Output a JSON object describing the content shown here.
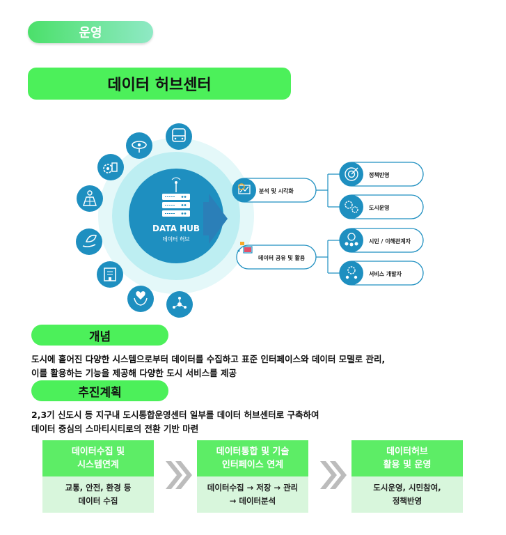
{
  "header": {
    "section_label": "운영",
    "title": "데이터 허브센터"
  },
  "diagram": {
    "hub_title": "DATA HUB",
    "hub_subtitle": "데이터 허브",
    "branches": [
      {
        "label": "분석 및 시각화",
        "children": [
          "정책반영",
          "도시운영"
        ]
      },
      {
        "label": "데이터 공유 및 활용",
        "children": [
          "시민 / 이해관계자",
          "서비스 개발자"
        ]
      }
    ],
    "source_icons": [
      "bus-icon",
      "cctv-icon",
      "factory-gear-icon",
      "solar-panel-icon",
      "hand-leaf-icon",
      "building-icon",
      "hands-heart-icon",
      "network-icon"
    ],
    "colors": {
      "accent": "#1e8fc0",
      "hub_dark": "#1775a8",
      "ring_light": "#c9f1f3"
    }
  },
  "concept": {
    "heading": "개념",
    "lines": [
      "도시에 흩어진 다양한 시스템으로부터 데이터를 수집하고 표준 인터페이스와 데이터 모델로 관리,",
      "이를 활용하는 기능을 제공해 다양한 도시 서비스를 제공"
    ]
  },
  "plan": {
    "heading": "추진계획",
    "lines": [
      "2,3기 신도시 등 지구내 도시통합운영센터 일부를 데이터 허브센터로 구축하여",
      "데이터 중심의 스마티시티로의 전환 기반 마련"
    ],
    "steps": [
      {
        "head": [
          "데이터수집 및",
          "시스템연계"
        ],
        "body": [
          "교통, 안전, 환경 등",
          "데이터 수집"
        ]
      },
      {
        "head": [
          "데이터통합 및 기술",
          "인터페이스 연계"
        ],
        "body": [
          "데이터수집 → 저장 → 관리",
          "→ 데이터분석"
        ]
      },
      {
        "head": [
          "데이터허브",
          "활용 및 운영"
        ],
        "body": [
          "도시운영, 시민참여,",
          "정책반영"
        ]
      }
    ]
  }
}
